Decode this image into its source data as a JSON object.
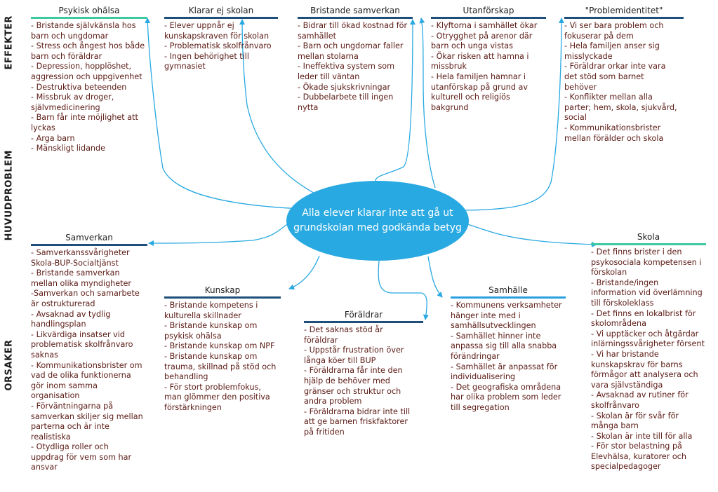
{
  "side_labels": {
    "effects": "EFFEKTER",
    "main_problem": "HUVUDPROBLEM",
    "causes": "ORSAKER"
  },
  "center": {
    "text": "Alla elever klarar inte att gå ut\ngrundskolan med godkända betyg"
  },
  "colors": {
    "center": "#29a9e1",
    "bar_teal": "#3dc9a0",
    "bar_navy": "#1e4f7a",
    "bar_blue": "#2a9fe0",
    "text": "#5a1a14"
  },
  "effects": [
    {
      "title": "Psykisk ohälsa",
      "items": [
        "- Bristande självkänsla hos\nbarn och ungdomar",
        "- Stress och ångest hos både\nbarn och föräldrar",
        "- Depression, hopplöshet,\naggression och uppgivenhet",
        "- Destruktiva beteenden",
        "- Missbruk av droger,\nsjälvmedicinering",
        "- Barn får inte möjlighet att\nlyckas",
        "- Arga barn",
        "- Mänskligt lidande"
      ]
    },
    {
      "title": "Klarar ej skolan",
      "items": [
        "- Elever uppnår ej\nkunskapskraven för skolan",
        "- Problematisk skolfrånvaro",
        "- Ingen behörighet till\ngymnasiet"
      ]
    },
    {
      "title": "Bristande samverkan",
      "items": [
        "- Bidrar till ökad kostnad för\nsamhället",
        "- Barn och ungdomar faller\nmellan stolarna",
        "- Ineffektiva system som\nleder till väntan",
        "- Ökade sjukskrivningar",
        "- Dubbelarbete till ingen\nnytta"
      ]
    },
    {
      "title": "Utanförskap",
      "items": [
        "- Klyftorna i samhället ökar",
        "- Otrygghet på arenor där\nbarn och unga vistas",
        "- Ökar risken att hamna i\nmissbruk",
        "- Hela familjen hamnar i\nutanförskap på grund av\nkulturell och religiös\nbakgrund"
      ]
    },
    {
      "title": "\"Problemidentitet\"",
      "items": [
        "- Vi ser bara problem och\nfokuserar på dem",
        "- Hela familjen anser sig\nmisslyckade",
        "- Föräldrar orkar inte vara\ndet stöd som barnet\nbehöver",
        "- Konflikter mellan alla\nparter; hem, skola, sjukvård,\nsocial",
        "- Kommunikationsbrister\nmellan förälder och skola"
      ]
    }
  ],
  "causes": [
    {
      "title": "Samverkan",
      "items": [
        "- Samverkanssvårigheter\nSkola-BUP-Socialtjänst",
        "- Bristande samverkan\nmellan olika myndigheter",
        "-Samverkan och samarbete\när ostrukturerad",
        "- Avsaknad av tydlig\nhandlingsplan",
        "- Likvärdiga insatser vid\nproblematisk skolfrånvaro\nsaknas",
        "- Kommunikationsbrister om\nvad de olika funktionerna\ngör inom samma\norganisation",
        "- Förväntningarna på\nsamverkan skiljer sig mellan\nparterna och är inte\nrealistiska",
        "- Otydliga roller och\nuppdrag för vem som har\nansvar"
      ]
    },
    {
      "title": "Kunskap",
      "items": [
        "- Bristande kompetens i\nkulturella skillnader",
        "- Bristande kunskap om\npsykisk ohälsa",
        "- Bristande kunskap om NPF",
        "- Bristande kunskap om\ntrauma, skillnad på stöd och\nbehandling",
        "- För stort problemfokus,\nman glömmer den positiva\nförstärkningen"
      ]
    },
    {
      "title": "Föräldrar",
      "items": [
        "- Det saknas stöd år\nföräldrar",
        "- Uppstår frustration över\nlånga köer till BUP",
        "- Föräldrarna får inte den\nhjälp de behöver med\ngränser och struktur och\nandra problem",
        "- Föräldrarna bidrar inte till\natt ge barnen friskfaktorer\npå fritiden"
      ]
    },
    {
      "title": "Samhälle",
      "items": [
        "- Kommunens verksamheter\nhänger inte med i\nsamhällsutvecklingen",
        "- Samhället hinner inte\nanpassa sig till alla snabba\nförändringar",
        "- Samhället är anpassat för\nindividualisering",
        "- Det geografiska områdena\nhar olika problem som leder\ntill segregation"
      ]
    },
    {
      "title": "Skola",
      "items": [
        "- Det finns brister i den\npsykosociala kompetensen i\nförskolan",
        "- Bristande/ingen\ninformation vid överlämning\ntill förskoleklass",
        "- Det finns en lokalbrist för\nskolområdena",
        "- Vi upptäcker och åtgärdar\ninlärningssvårigheter försent",
        "- Vi har bristande\nkunskapskrav för barns\nförmågor att analysera och\nvara självständiga",
        "- Avsaknad av rutiner för\nskolfrånvaro",
        "- Skolan är för svår för\nmånga barn",
        "- Skolan är inte till för alla",
        "- För stor belastning på\nElevhälsa, kuratorer och\nspecialpedagoger"
      ]
    }
  ]
}
